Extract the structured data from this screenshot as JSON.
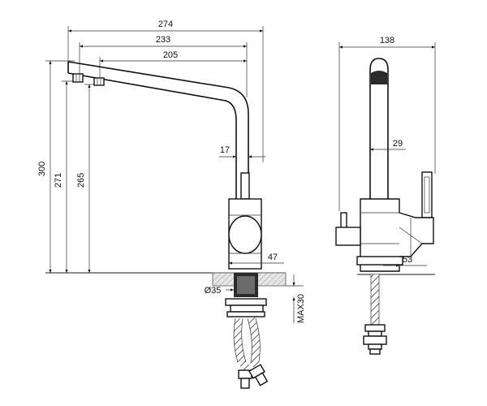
{
  "dimensions": {
    "width_274": "274",
    "width_233": "233",
    "width_205": "205",
    "height_300": "300",
    "height_271": "271",
    "height_265": "265",
    "spout_17": "17",
    "base_47": "47",
    "dia_35": "Ø35",
    "max_30": "MAX30",
    "side_138": "138",
    "side_29": "29",
    "side_53": "53"
  },
  "colors": {
    "line": "#111111",
    "hatch": "#cfcfcf"
  }
}
